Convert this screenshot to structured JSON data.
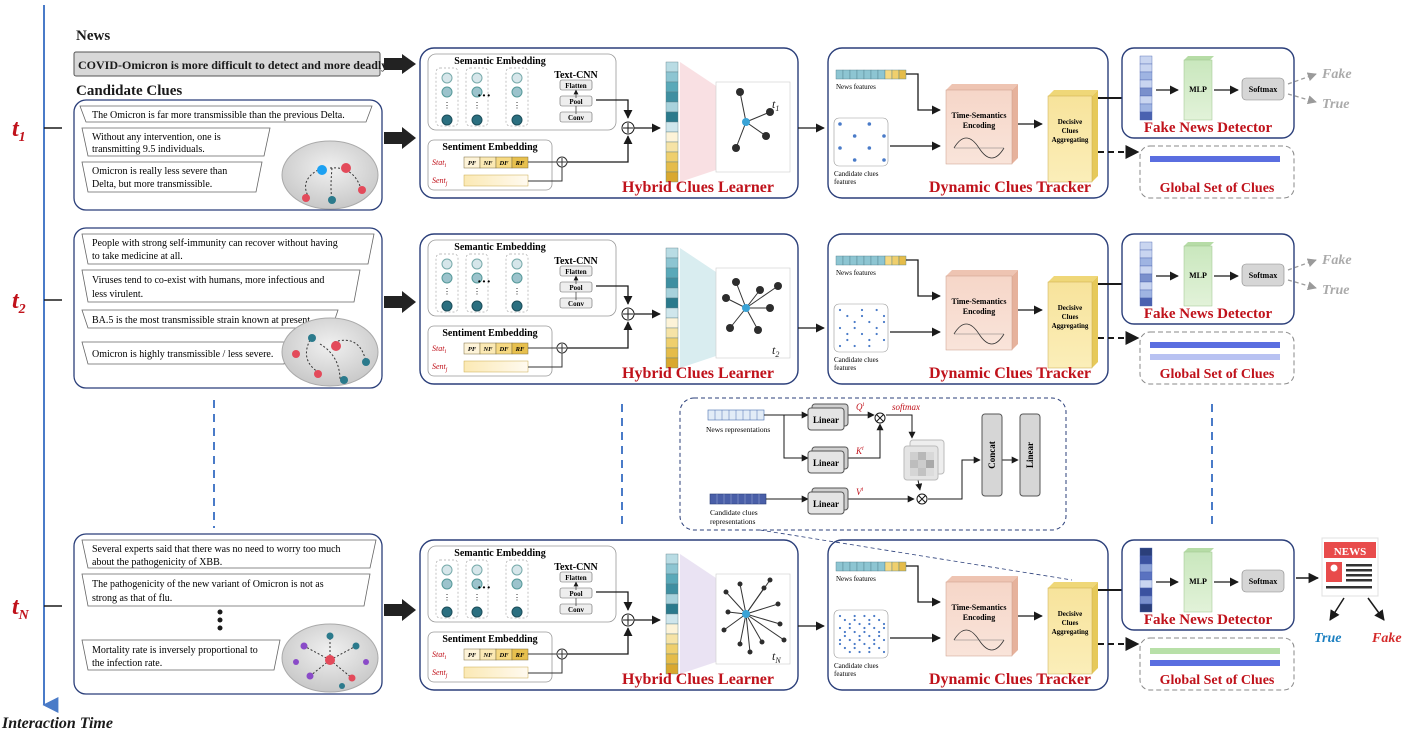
{
  "timeline": {
    "t1": "t",
    "t1_sub": "1",
    "t2": "t",
    "t2_sub": "2",
    "tN": "t",
    "tN_sub": "N",
    "axis_label": "Interaction Time"
  },
  "news": {
    "heading": "News",
    "text": "COVID-Omicron is more difficult to detect and more deadly."
  },
  "candidate_clues_heading": "Candidate Clues",
  "row1": {
    "clues": [
      "The Omicron is far more transmissible than the previous Delta.",
      "Without any intervention, one is",
      "transmitting 9.5 individuals.",
      "Omicron is really less severe than",
      "Delta, but more transmissible."
    ]
  },
  "row2": {
    "clues": [
      "People with strong self-immunity can recover without having",
      "to take medicine at all.",
      "Viruses tend to co-exist with humans,  more infectious and",
      "less virulent.",
      "BA.5 is the most transmissible strain known at present.",
      "Omicron is highly transmissible / less severe."
    ]
  },
  "rowN": {
    "clues": [
      "Several experts said that there was no need to worry too much",
      "about the pathogenicity of XBB.",
      "The pathogenicity of the new variant of Omicron is not as",
      "strong as that of flu.",
      "Mortality rate is inversely proportional to",
      "the infection rate."
    ]
  },
  "learner": {
    "semantic_embedding": "Semantic Embedding",
    "text_cnn": "Text-CNN",
    "flatten": "Flatten",
    "pool": "Pool",
    "conv": "Conv",
    "sentiment_embedding": "Sentiment Embedding",
    "stat": "Stat",
    "sent": "Sent",
    "sub_i": "i",
    "sub_j": "j",
    "feats": [
      "PF",
      "NF",
      "DF",
      "RF"
    ],
    "title": "Hybrid Clues Learner",
    "graph_t1": "t",
    "graph_t1_sub": "1",
    "graph_t2": "t",
    "graph_t2_sub": "2",
    "graph_tN": "t",
    "graph_tN_sub": "N"
  },
  "tracker": {
    "news_features": "News features",
    "candidate_features_1": "Candidate clues",
    "candidate_features_2": "features",
    "tse_1": "Time-Semantics",
    "tse_2": "Encoding",
    "dca_1": "Decisive",
    "dca_2": "Clues",
    "dca_3": "Aggregating",
    "title": "Dynamic Clues Tracker"
  },
  "detector": {
    "mlp": "MLP",
    "softmax": "Softmax",
    "fake": "Fake",
    "true": "True",
    "title": "Fake News Detector",
    "global_set": "Global Set of Clues"
  },
  "attention": {
    "news_reps": "News representations",
    "cand_reps_1": "Candidate clues",
    "cand_reps_2": "representations",
    "linear": "Linear",
    "q": "Q",
    "k": "K",
    "v": "V",
    "softmax": "softmax",
    "concat": "Concat",
    "sup": "i"
  },
  "output": {
    "news_badge": "NEWS",
    "true_label": "True",
    "fake_label": "Fake"
  },
  "colors": {
    "panel_border": "#2b3f7a",
    "title_red": "#c0121b",
    "arrow": "#1a1a1a",
    "teal": "#2b7a8c",
    "axis": "#4a7bc8",
    "true_blue": "#1b7fc0",
    "fake_red": "#d42a2a"
  }
}
